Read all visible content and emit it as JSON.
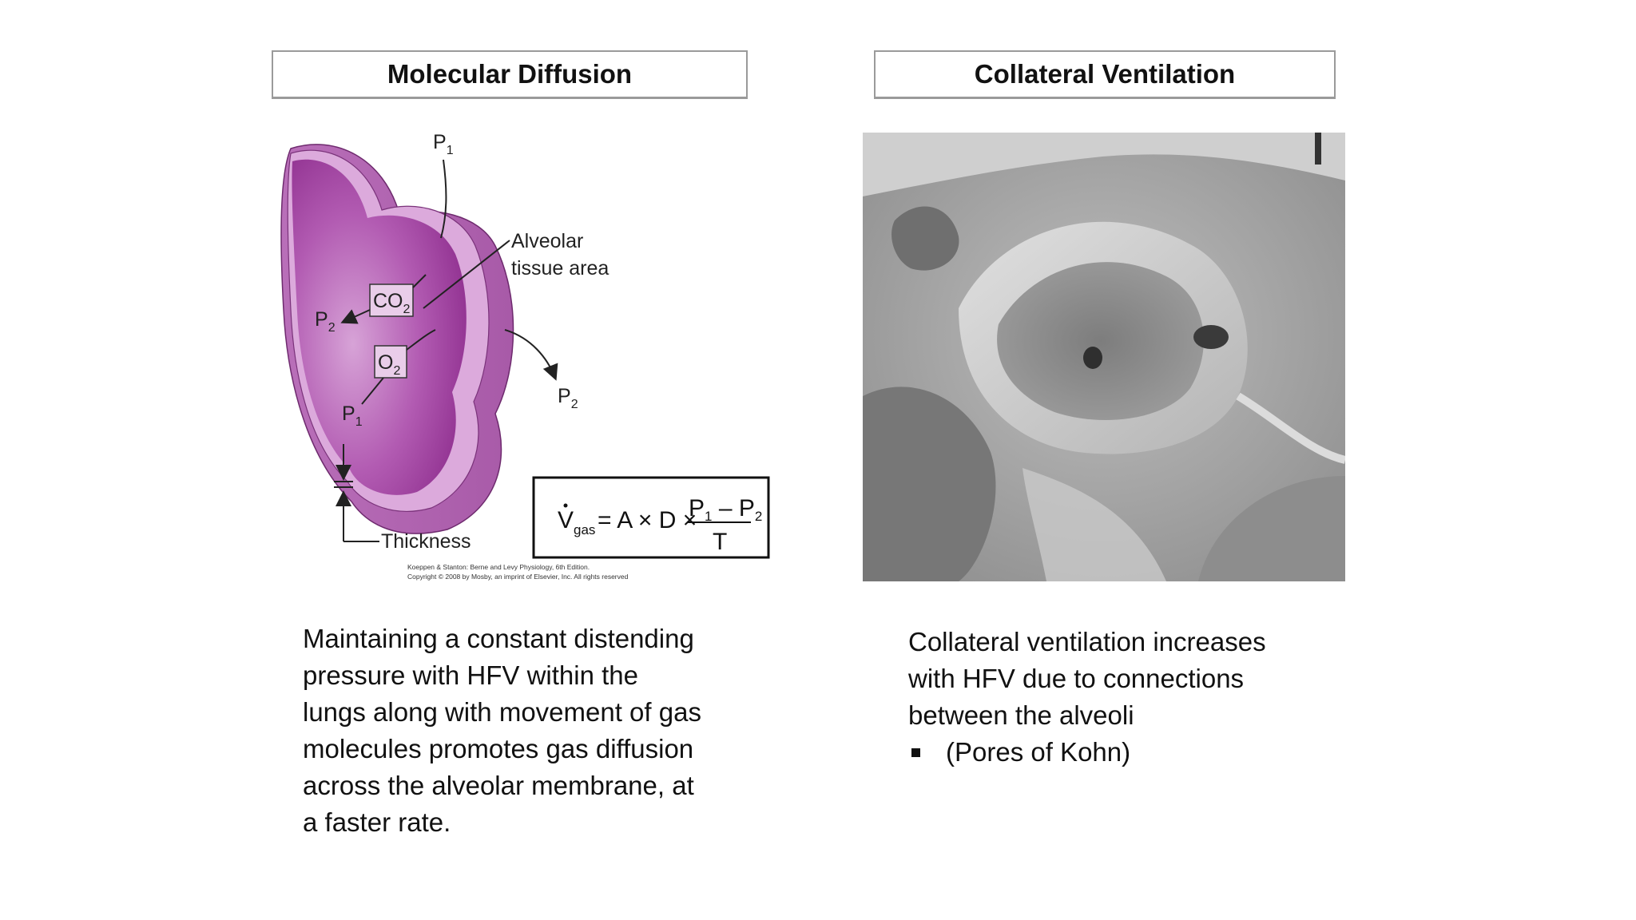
{
  "left_panel": {
    "title": "Molecular Diffusion",
    "diagram": {
      "label_p1_top": "P",
      "label_p1_top_sub": "1",
      "label_tissue_line1": "Alveolar",
      "label_tissue_line2": "tissue area",
      "label_co2": "CO",
      "label_co2_sub": "2",
      "label_o2": "O",
      "label_o2_sub": "2",
      "label_p2_left": "P",
      "label_p2_left_sub": "2",
      "label_p2_right": "P",
      "label_p2_right_sub": "2",
      "label_p1_bottom": "P",
      "label_p1_bottom_sub": "1",
      "label_thickness": "Thickness",
      "formula_v": "V",
      "formula_v_sub": "gas",
      "formula_mid": "= A × D ×",
      "formula_numerator": "P",
      "formula_numerator_sub1": "1",
      "formula_numerator_minus": " – P",
      "formula_numerator_sub2": "2",
      "formula_denominator": "T",
      "credit_line1": "Koeppen & Stanton: Berne and Levy Physiology, 6th Edition.",
      "credit_line2": "Copyright © 2008 by Mosby, an imprint of Elsevier, Inc. All rights reserved",
      "colors": {
        "tissue_outer": "#b06ab0",
        "tissue_inner": "#d9a6d9",
        "lumen": "#9a3d9a"
      }
    },
    "body_lines": [
      "Maintaining a constant distending",
      "pressure with HFV within the",
      "lungs along with movement of gas",
      "molecules promotes gas diffusion",
      "across the alveolar membrane, at",
      "a faster rate."
    ]
  },
  "right_panel": {
    "title": "Collateral Ventilation",
    "body_lines": [
      "Collateral ventilation increases",
      "with HFV due to connections",
      "between the alveoli"
    ],
    "bullet": "(Pores of Kohn)"
  }
}
